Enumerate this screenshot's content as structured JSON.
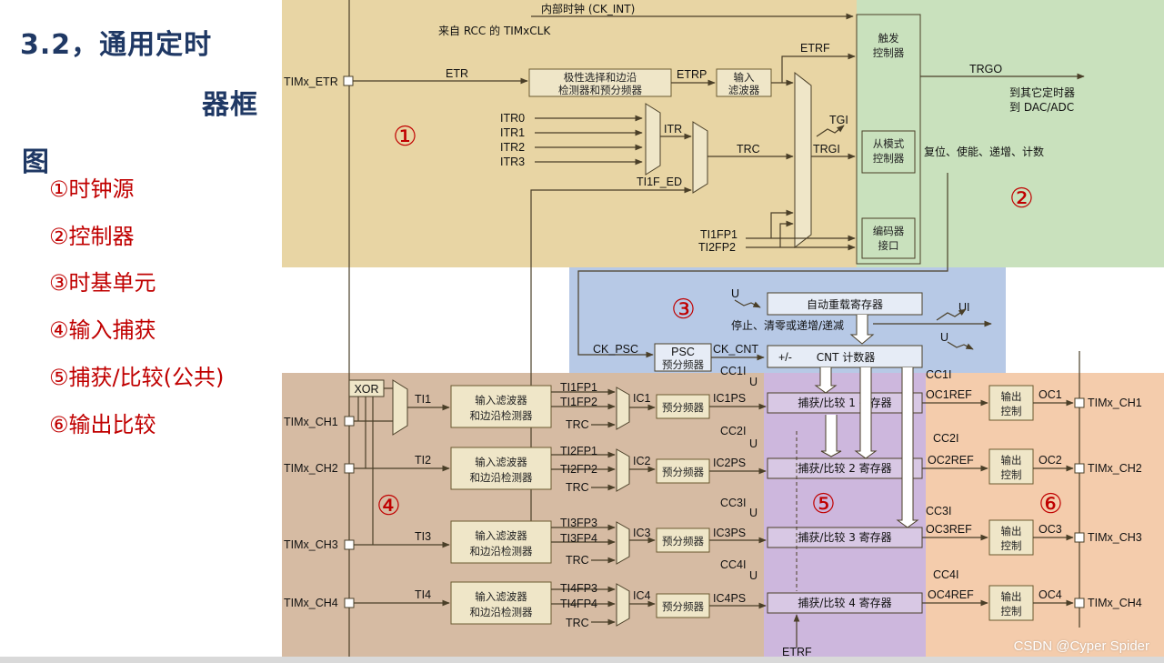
{
  "left": {
    "title_line1": "3.2，通用定时",
    "title_line2": "器框",
    "title_line3": "图",
    "items": [
      "①时钟源",
      "②控制器",
      "③时基单元",
      "④输入捕获",
      "⑤捕获/比较(公共)",
      "⑥输出比较"
    ]
  },
  "regions": {
    "r1": "①",
    "r2": "②",
    "r3": "③",
    "r4": "④",
    "r5": "⑤",
    "r6": "⑥"
  },
  "colors": {
    "clock_source": "#e8d5a4",
    "controller": "#c9e1bd",
    "time_base": "#b7c9e6",
    "input_capture": "#d6bba3",
    "capture_compare": "#cdb7dd",
    "output_compare": "#f4ccac",
    "block_fill": "#efe6c8",
    "number_red": "#c00000"
  },
  "labels": {
    "internal_clock": "内部时钟 (CK_INT)",
    "from_rcc": "来自 RCC 的 TIMxCLK",
    "etr_pin": "TIMx_ETR",
    "etr": "ETR",
    "etrp": "ETRP",
    "etrf": "ETRF",
    "polarity_block_l1": "极性选择和边沿",
    "polarity_block_l2": "检测器和预分频器",
    "input_filter_l1": "输入",
    "input_filter_l2": "滤波器",
    "itr0": "ITR0",
    "itr1": "ITR1",
    "itr2": "ITR2",
    "itr3": "ITR3",
    "itr": "ITR",
    "trc": "TRC",
    "ti1f_ed": "TI1F_ED",
    "tgi": "TGI",
    "trgi": "TRGI",
    "trgo": "TRGO",
    "to_other_l1": "到其它定时器",
    "to_other_l2": "到 DAC/ADC",
    "trigger_ctrl_l1": "触发",
    "trigger_ctrl_l2": "控制器",
    "slave_ctrl_l1": "从模式",
    "slave_ctrl_l2": "控制器",
    "slave_actions": "复位、使能、递增、计数",
    "encoder_l1": "编码器",
    "encoder_l2": "接口",
    "ti1fp1": "TI1FP1",
    "ti2fp2": "TI2FP2",
    "u": "U",
    "ui": "UI",
    "arr": "自动重载寄存器",
    "stop_clear": "停止、清零或递增/递减",
    "ck_psc": "CK_PSC",
    "psc_l1": "PSC",
    "psc_l2": "预分频器",
    "ck_cnt": "CK_CNT",
    "cnt_pm": "+/-",
    "cnt": "CNT 计数器",
    "xor": "XOR",
    "ch_pins": [
      "TIMx_CH1",
      "TIMx_CH2",
      "TIMx_CH3",
      "TIMx_CH4"
    ],
    "ti": [
      "TI1",
      "TI2",
      "TI3",
      "TI4"
    ],
    "filter_l1": "输入滤波器",
    "filter_l2": "和边沿检测器",
    "fp_a": [
      "TI1FP1",
      "TI2FP1",
      "TI3FP3",
      "TI4FP3"
    ],
    "fp_b": [
      "TI1FP2",
      "TI2FP2",
      "TI3FP4",
      "TI4FP4"
    ],
    "ic": [
      "IC1",
      "IC2",
      "IC3",
      "IC4"
    ],
    "prescaler": "预分频器",
    "icps": [
      "IC1PS",
      "IC2PS",
      "IC3PS",
      "IC4PS"
    ],
    "cci": [
      "CC1I",
      "CC2I",
      "CC3I",
      "CC4I"
    ],
    "ccr": [
      "捕获/比较 1 寄存器",
      "捕获/比较 2 寄存器",
      "捕获/比较 3 寄存器",
      "捕获/比较 4 寄存器"
    ],
    "ocref": [
      "OC1REF",
      "OC2REF",
      "OC3REF",
      "OC4REF"
    ],
    "out_ctrl_l1": "输出",
    "out_ctrl_l2": "控制",
    "oc": [
      "OC1",
      "OC2",
      "OC3",
      "OC4"
    ],
    "out_pins": [
      "TIMx_CH1",
      "TIMx_CH2",
      "TIMx_CH3",
      "TIMx_CH4"
    ],
    "etrf_bottom": "ETRF"
  },
  "watermark": "CSDN @Cyper Spider"
}
